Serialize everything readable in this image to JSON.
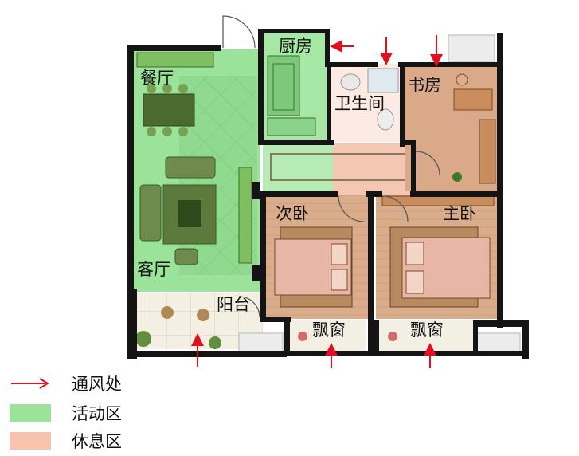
{
  "rooms": {
    "dining": "餐厅",
    "kitchen": "厨房",
    "bathroom": "卫生间",
    "study": "书房",
    "second_bedroom": "次卧",
    "master_bedroom": "主卧",
    "living": "客厅",
    "balcony": "阳台",
    "bay_window_left": "飘窗",
    "bay_window_right": "飘窗"
  },
  "legend": {
    "ventilation": "通风处",
    "activity_zone": "活动区",
    "rest_zone": "休息区"
  },
  "colors": {
    "activity": "#9be39b",
    "rest": "#f7c3ae",
    "arrow": "#e0101e",
    "wall": "#141414",
    "wood": "#c9a27a",
    "carpet": "#c2966c"
  }
}
